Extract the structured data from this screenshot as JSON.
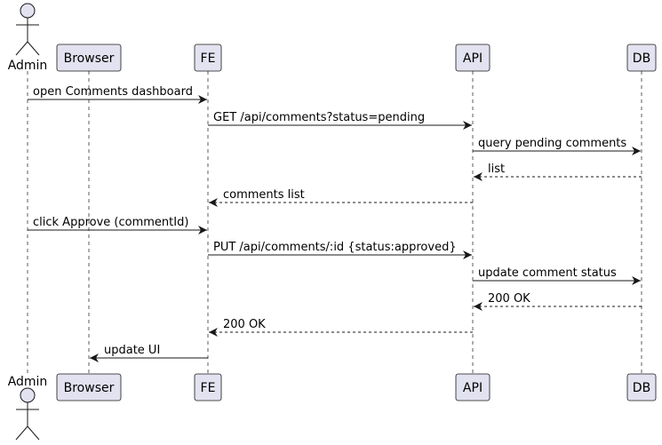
{
  "participants": [
    {
      "label": "Admin",
      "kind": "actor"
    },
    {
      "label": "Browser",
      "kind": "box"
    },
    {
      "label": "FE",
      "kind": "box"
    },
    {
      "label": "API",
      "kind": "box"
    },
    {
      "label": "DB",
      "kind": "box"
    }
  ],
  "messages": [
    {
      "from": 0,
      "to": 2,
      "label": "open Comments dashboard",
      "style": "solid"
    },
    {
      "from": 2,
      "to": 3,
      "label": "GET /api/comments?status=pending",
      "style": "solid"
    },
    {
      "from": 3,
      "to": 4,
      "label": "query pending comments",
      "style": "solid"
    },
    {
      "from": 4,
      "to": 3,
      "label": "list",
      "style": "dashed"
    },
    {
      "from": 3,
      "to": 2,
      "label": "comments list",
      "style": "dashed"
    },
    {
      "from": 0,
      "to": 2,
      "label": "click Approve (commentId)",
      "style": "solid"
    },
    {
      "from": 2,
      "to": 3,
      "label": "PUT /api/comments/:id {status:approved}",
      "style": "solid"
    },
    {
      "from": 3,
      "to": 4,
      "label": "update comment status",
      "style": "solid"
    },
    {
      "from": 4,
      "to": 3,
      "label": "200 OK",
      "style": "dashed"
    },
    {
      "from": 3,
      "to": 2,
      "label": "200 OK",
      "style": "dashed"
    },
    {
      "from": 2,
      "to": 1,
      "label": "update UI",
      "style": "solid"
    }
  ],
  "colors": {
    "participant_fill": "#e2e2f0",
    "participant_stroke": "#181818",
    "line": "#181818",
    "lifeline": "#181818",
    "text": "#000000"
  }
}
